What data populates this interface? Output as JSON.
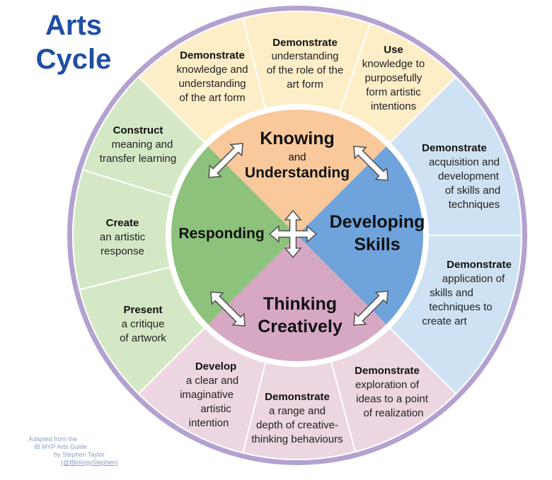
{
  "title": {
    "line1": "Arts",
    "line2": "Cycle"
  },
  "credit": {
    "line1": "Adapted from the",
    "line2": "IB MYP Arts  Guide",
    "line3": "by Stephen Taylor",
    "line4": "(@IBiologyStephen)"
  },
  "colors": {
    "knowing": "#f9c99b",
    "developing": "#6fa3dc",
    "thinking": "#d7a8c4",
    "responding": "#8dc27c",
    "outer_top": "#fdeec8",
    "outer_right": "#cfe2f3",
    "outer_bottom": "#ecd6e1",
    "outer_left": "#d5e8c5",
    "ring": "#b3a2d0"
  },
  "quadrants": {
    "knowing": {
      "line1": "Knowing",
      "line2": "and",
      "line3": "Understanding"
    },
    "developing": {
      "line1": "Developing",
      "line2": "Skills"
    },
    "thinking": {
      "line1": "Thinking",
      "line2": "Creatively"
    },
    "responding": {
      "line1": "Responding"
    }
  },
  "segments": {
    "top1": {
      "bold": "Demonstrate",
      "lines": [
        "knowledge and",
        "understanding",
        "of the art form"
      ]
    },
    "top2": {
      "bold": "Demonstrate",
      "lines": [
        "understanding",
        "of the role of the",
        "art form"
      ]
    },
    "top3": {
      "bold": "Use",
      "lines": [
        "knowledge to",
        "purposefully",
        "form artistic",
        "intentions"
      ]
    },
    "right1": {
      "bold": "Demonstrate",
      "lines": [
        "acquisition and",
        "development",
        "of skills and",
        "techniques"
      ]
    },
    "right2": {
      "bold": "Demonstrate",
      "lines": [
        "application of",
        "skills and",
        "techniques to",
        "create art"
      ]
    },
    "bottom1": {
      "bold": "Demonstrate",
      "lines": [
        "exploration of",
        "ideas to a point",
        "of realization"
      ]
    },
    "bottom2": {
      "bold": "Demonstrate",
      "lines": [
        "a range and",
        "depth of creative-",
        "thinking behaviours"
      ]
    },
    "bottom3": {
      "bold": "Develop",
      "lines": [
        "a clear and",
        "imaginative",
        "artistic",
        "intention"
      ]
    },
    "left1": {
      "bold": "Present",
      "lines": [
        "a critique",
        "of artwork"
      ]
    },
    "left2": {
      "bold": "Create",
      "lines": [
        "an artistic",
        "response"
      ]
    },
    "left3": {
      "bold": "Construct",
      "lines": [
        "meaning and",
        "transfer learning"
      ]
    }
  }
}
